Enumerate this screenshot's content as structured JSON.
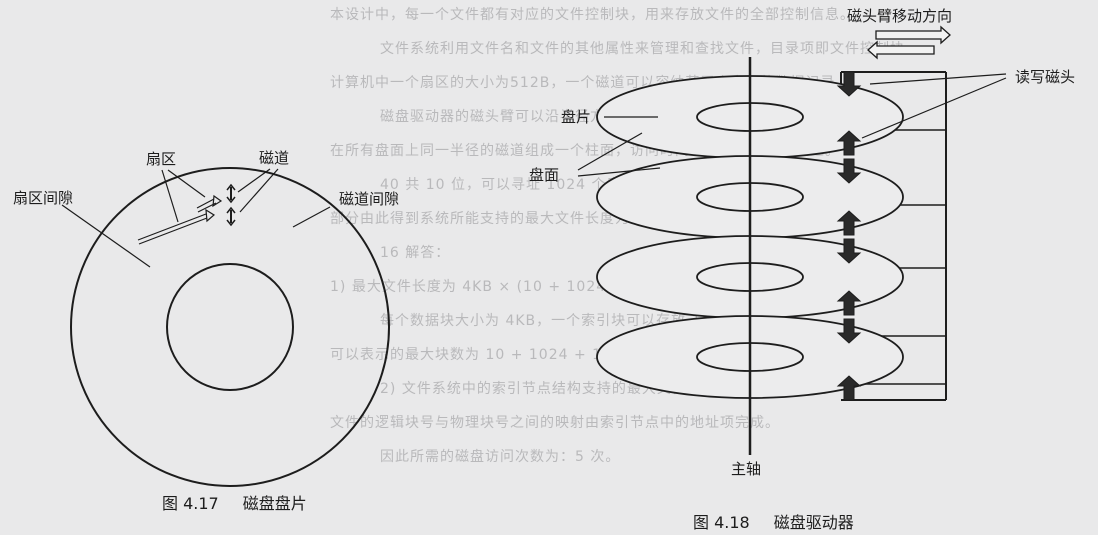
{
  "colors": {
    "paper": "#e9e9ea",
    "ink": "#1d1d1d",
    "bleed_through": "#b9b9bb"
  },
  "background_lines": [
    "本设计中，每一个文件都有对应的文件控制块，用来存放文件的全部控制信息。",
    "文件系统利用文件名和文件的其他属性来管理和查找文件，目录项即文件控制块。",
    "计算机中一个扇区的大小为512B，一个磁道可以容纳若干个扇区的数据记录。",
    "磁盘驱动器的磁头臂可以沿半径方向移动，读写磁头可以定位到不同磁道。",
    "在所有盘面上同一半径的磁道组成一个柱面，访问时间包括寻道和旋转延迟。",
    "40 共 10 位，可以寻址 1024 个扇区，每个扇区 512B，最大文件为 4GB。",
    "部分由此得到系统所能支持的最大文件长度为 4GB，块号用 32 位表示。",
    "16 解答：",
    "1) 最大文件长度为 4KB × (10 + 1024 + 1024² + 1024³)，约为 4TB。",
    "每个数据块大小为 4KB，一个索引块可以存放 1024 个块号。",
    "可以表示的最大块数为 10 + 1024 + 1024² + 1024³ 个。",
    "2) 文件系统中的索引节点结构支持的最大文件长度受块号位数限制。",
    "文件的逻辑块号与物理块号之间的映射由索引节点中的地址项完成。",
    "因此所需的磁盘访问次数为：5 次。"
  ],
  "fig_platter": {
    "caption_number": "图 4.17",
    "caption_title": "磁盘盘片",
    "labels": {
      "sector": "扇区",
      "track": "磁道",
      "sector_gap": "扇区间隙",
      "track_gap": "磁道间隙"
    }
  },
  "fig_drive": {
    "caption_number": "图 4.18",
    "caption_title": "磁盘驱动器",
    "labels": {
      "arm_direction": "磁头臂移动方向",
      "rw_head": "读写磁头",
      "platter": "盘片",
      "surface": "盘面",
      "spindle": "主轴"
    },
    "platter_count": 4
  }
}
